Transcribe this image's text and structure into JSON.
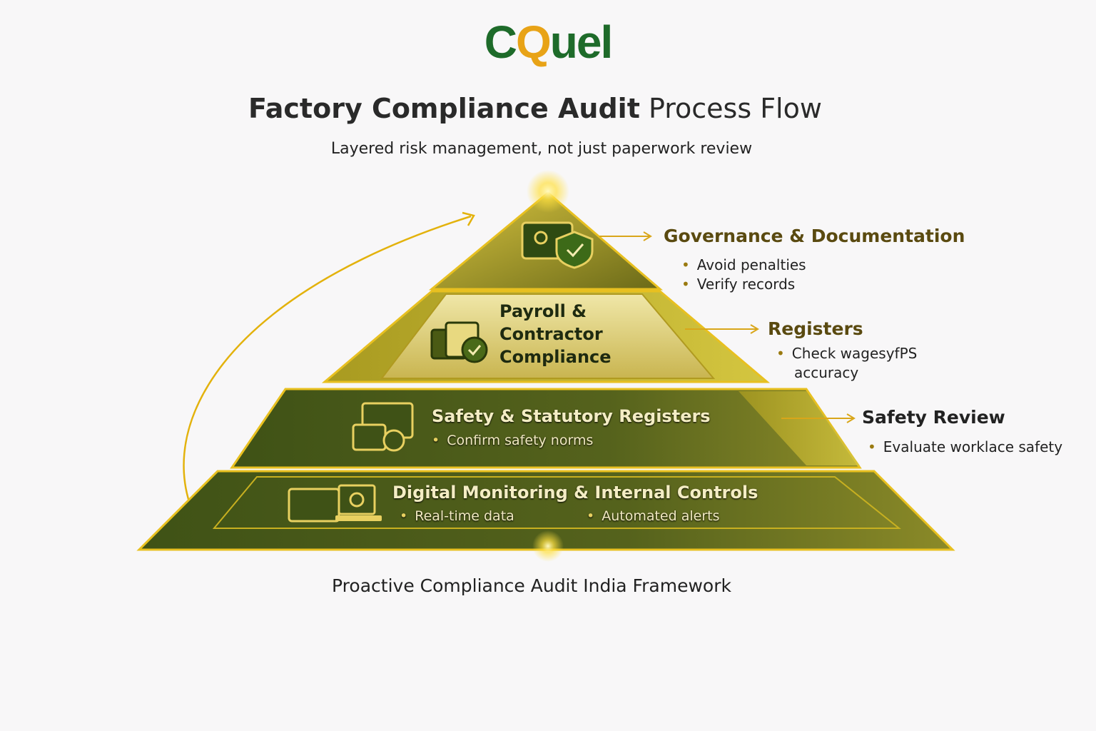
{
  "logo": {
    "prefix": "C",
    "q": "Q",
    "suffix": "uel"
  },
  "title": {
    "bold": "Factory Compliance Audit",
    "rest": "Process Flow"
  },
  "subtitle": "Layered risk management, not just paperwork review",
  "tiers": [
    {
      "title_lines": [
        "Payroll &",
        "Contractor",
        "Compliance"
      ],
      "icon": "payroll-document-check-icon"
    },
    {
      "title": "Safety & Statutory Registers",
      "bullets": [
        "Confirm safety norms"
      ],
      "icon": "clipboard-calculator-icon"
    },
    {
      "title": "Digital Monitoring & Internal Controls",
      "bullets": [
        "Real-time data",
        "Automated alerts"
      ],
      "icon": "laptop-gear-icon"
    }
  ],
  "callouts": [
    {
      "title": "Governance & Documentation",
      "bullets": [
        "Avoid penalties",
        "Verify records"
      ]
    },
    {
      "title": "Registers",
      "bullets": [
        "Check wagesyfPS accuracy"
      ]
    },
    {
      "title": "Safety Review",
      "bullets": [
        "Evaluate worklace safety"
      ]
    }
  ],
  "footer": "Proactive Compliance Audit India Framework",
  "colors": {
    "brand_green": "#1e6b2a",
    "gold": "#e8b400",
    "dark_olive": "#3d4a14"
  }
}
